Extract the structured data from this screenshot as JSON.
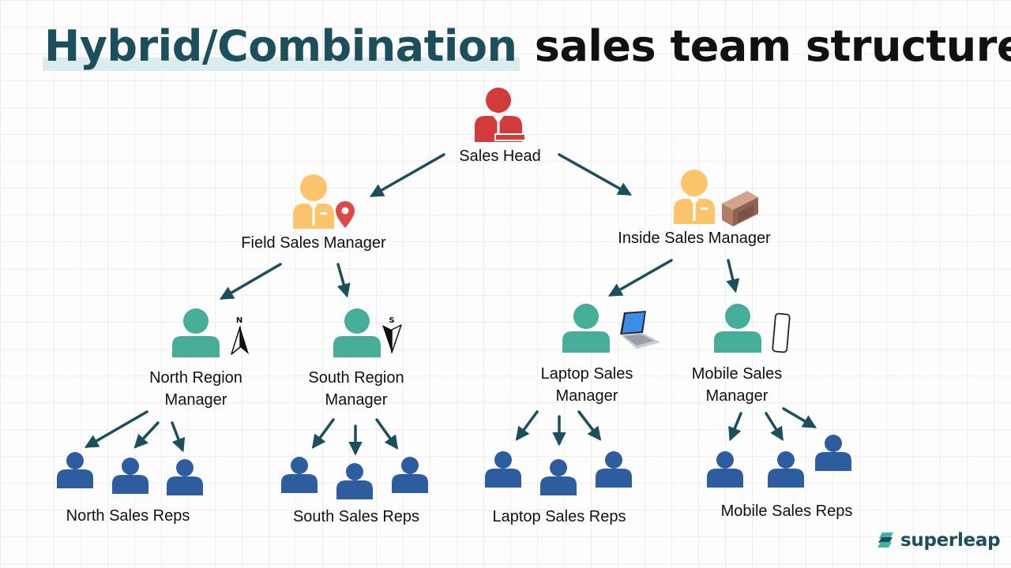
{
  "title": {
    "highlight": "Hybrid/Combination",
    "rest": "sales team structure"
  },
  "nodes": {
    "sales_head": "Sales Head",
    "field_manager": "Field Sales Manager",
    "inside_manager": "Inside Sales Manager",
    "north_manager": [
      "North Region",
      "Manager"
    ],
    "south_manager": [
      "South Region",
      "Manager"
    ],
    "laptop_manager": [
      "Laptop Sales",
      "Manager"
    ],
    "mobile_manager": [
      "Mobile Sales",
      "Manager"
    ]
  },
  "reps": {
    "north": "North Sales Reps",
    "south": "South Sales Reps",
    "laptop": "Laptop Sales Reps",
    "mobile": "Mobile Sales Reps"
  },
  "compass": {
    "north": "N",
    "south": "S"
  },
  "brand": "superleap",
  "colors": {
    "title_highlight": "#1b4f5c",
    "title_highlight_bg": "#dcecee",
    "arrow": "#1b4f5c",
    "head": "#d33a3a",
    "manager": "#fcc46c",
    "sub_manager": "#46ad98",
    "rep": "#2e5d9f",
    "brand": "#1b4f5c",
    "brand_mark": "#3cb5a0"
  }
}
